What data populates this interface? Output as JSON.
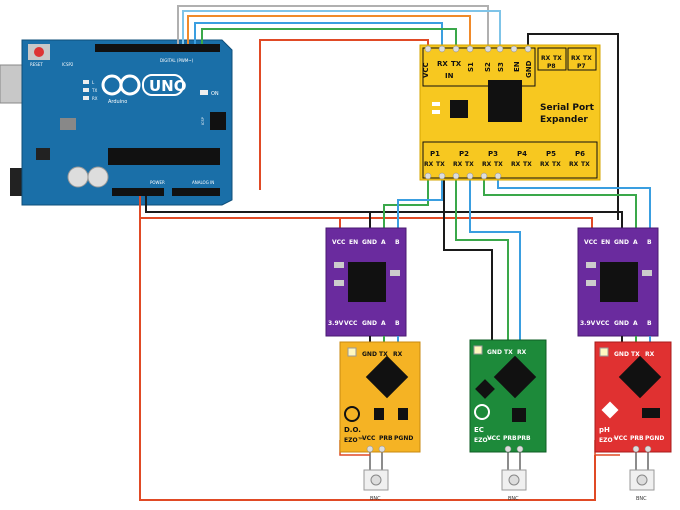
{
  "arduino": {
    "reset": "RESET",
    "icsp2": "ICSP2",
    "digital": "DIGITAL (PWM~)",
    "brand": "Arduino",
    "model": "UNO",
    "on": "ON",
    "tx": "TX",
    "rx": "RX",
    "l": "L",
    "icsp": "ICSP",
    "power": "POWER",
    "analog": "ANALOG IN",
    "colors": {
      "board": "#1a6fa8",
      "dark": "#0f4f7a"
    }
  },
  "expander": {
    "title_line1": "Serial Port",
    "title_line2": "Expander",
    "top_pins": [
      "VCC",
      "RX",
      "TX",
      "S1",
      "S2",
      "S3",
      "EN",
      "GND"
    ],
    "in_label": "IN",
    "p8": "P8",
    "p7": "P7",
    "p8_pins": [
      "RX",
      "TX"
    ],
    "p7_pins": [
      "RX",
      "TX"
    ],
    "bottom_ports": [
      {
        "name": "P1",
        "rx": "RX",
        "tx": "TX"
      },
      {
        "name": "P2",
        "rx": "RX",
        "tx": "TX"
      },
      {
        "name": "P3",
        "rx": "RX",
        "tx": "TX"
      },
      {
        "name": "P4",
        "rx": "RX",
        "tx": "TX"
      },
      {
        "name": "P5",
        "rx": "RX",
        "tx": "TX"
      },
      {
        "name": "P6",
        "rx": "RX",
        "tx": "TX"
      }
    ],
    "color": "#f7c820"
  },
  "isolators": [
    {
      "pins": [
        "VCC",
        "EN",
        "GND",
        "A",
        "B"
      ],
      "bottom": [
        "3.9V",
        "VCC",
        "GND",
        "A",
        "B"
      ]
    },
    {
      "pins": [
        "VCC",
        "EN",
        "GND",
        "A",
        "B"
      ],
      "bottom": [
        "3.9V",
        "VCC",
        "GND",
        "A",
        "B"
      ]
    }
  ],
  "sensors": [
    {
      "top": [
        "GND",
        "TX",
        "RX"
      ],
      "bottom": [
        "VCC",
        "PRB",
        "PGND"
      ],
      "brand": "EZO™",
      "type": "D.O.",
      "color": "#f5b324"
    },
    {
      "top": [
        "GND",
        "TX",
        "RX"
      ],
      "bottom": [
        "VCC",
        "PRB",
        "PRB"
      ],
      "brand": "EZO™",
      "type": "EC",
      "color": "#1d8a3a"
    },
    {
      "top": [
        "GND",
        "TX",
        "RX"
      ],
      "bottom": [
        "VCC",
        "PRB",
        "PGND"
      ],
      "brand": "EZO™",
      "type": "pH",
      "color": "#e03131"
    }
  ],
  "bnc": [
    "BNC",
    "BNC",
    "BNC"
  ],
  "wire_colors": {
    "red": "#e04a25",
    "black": "#1a1a1a",
    "green": "#3aa84a",
    "blue": "#3a9ee0",
    "gray": "#b0b0b0",
    "orange": "#f08a2a"
  }
}
